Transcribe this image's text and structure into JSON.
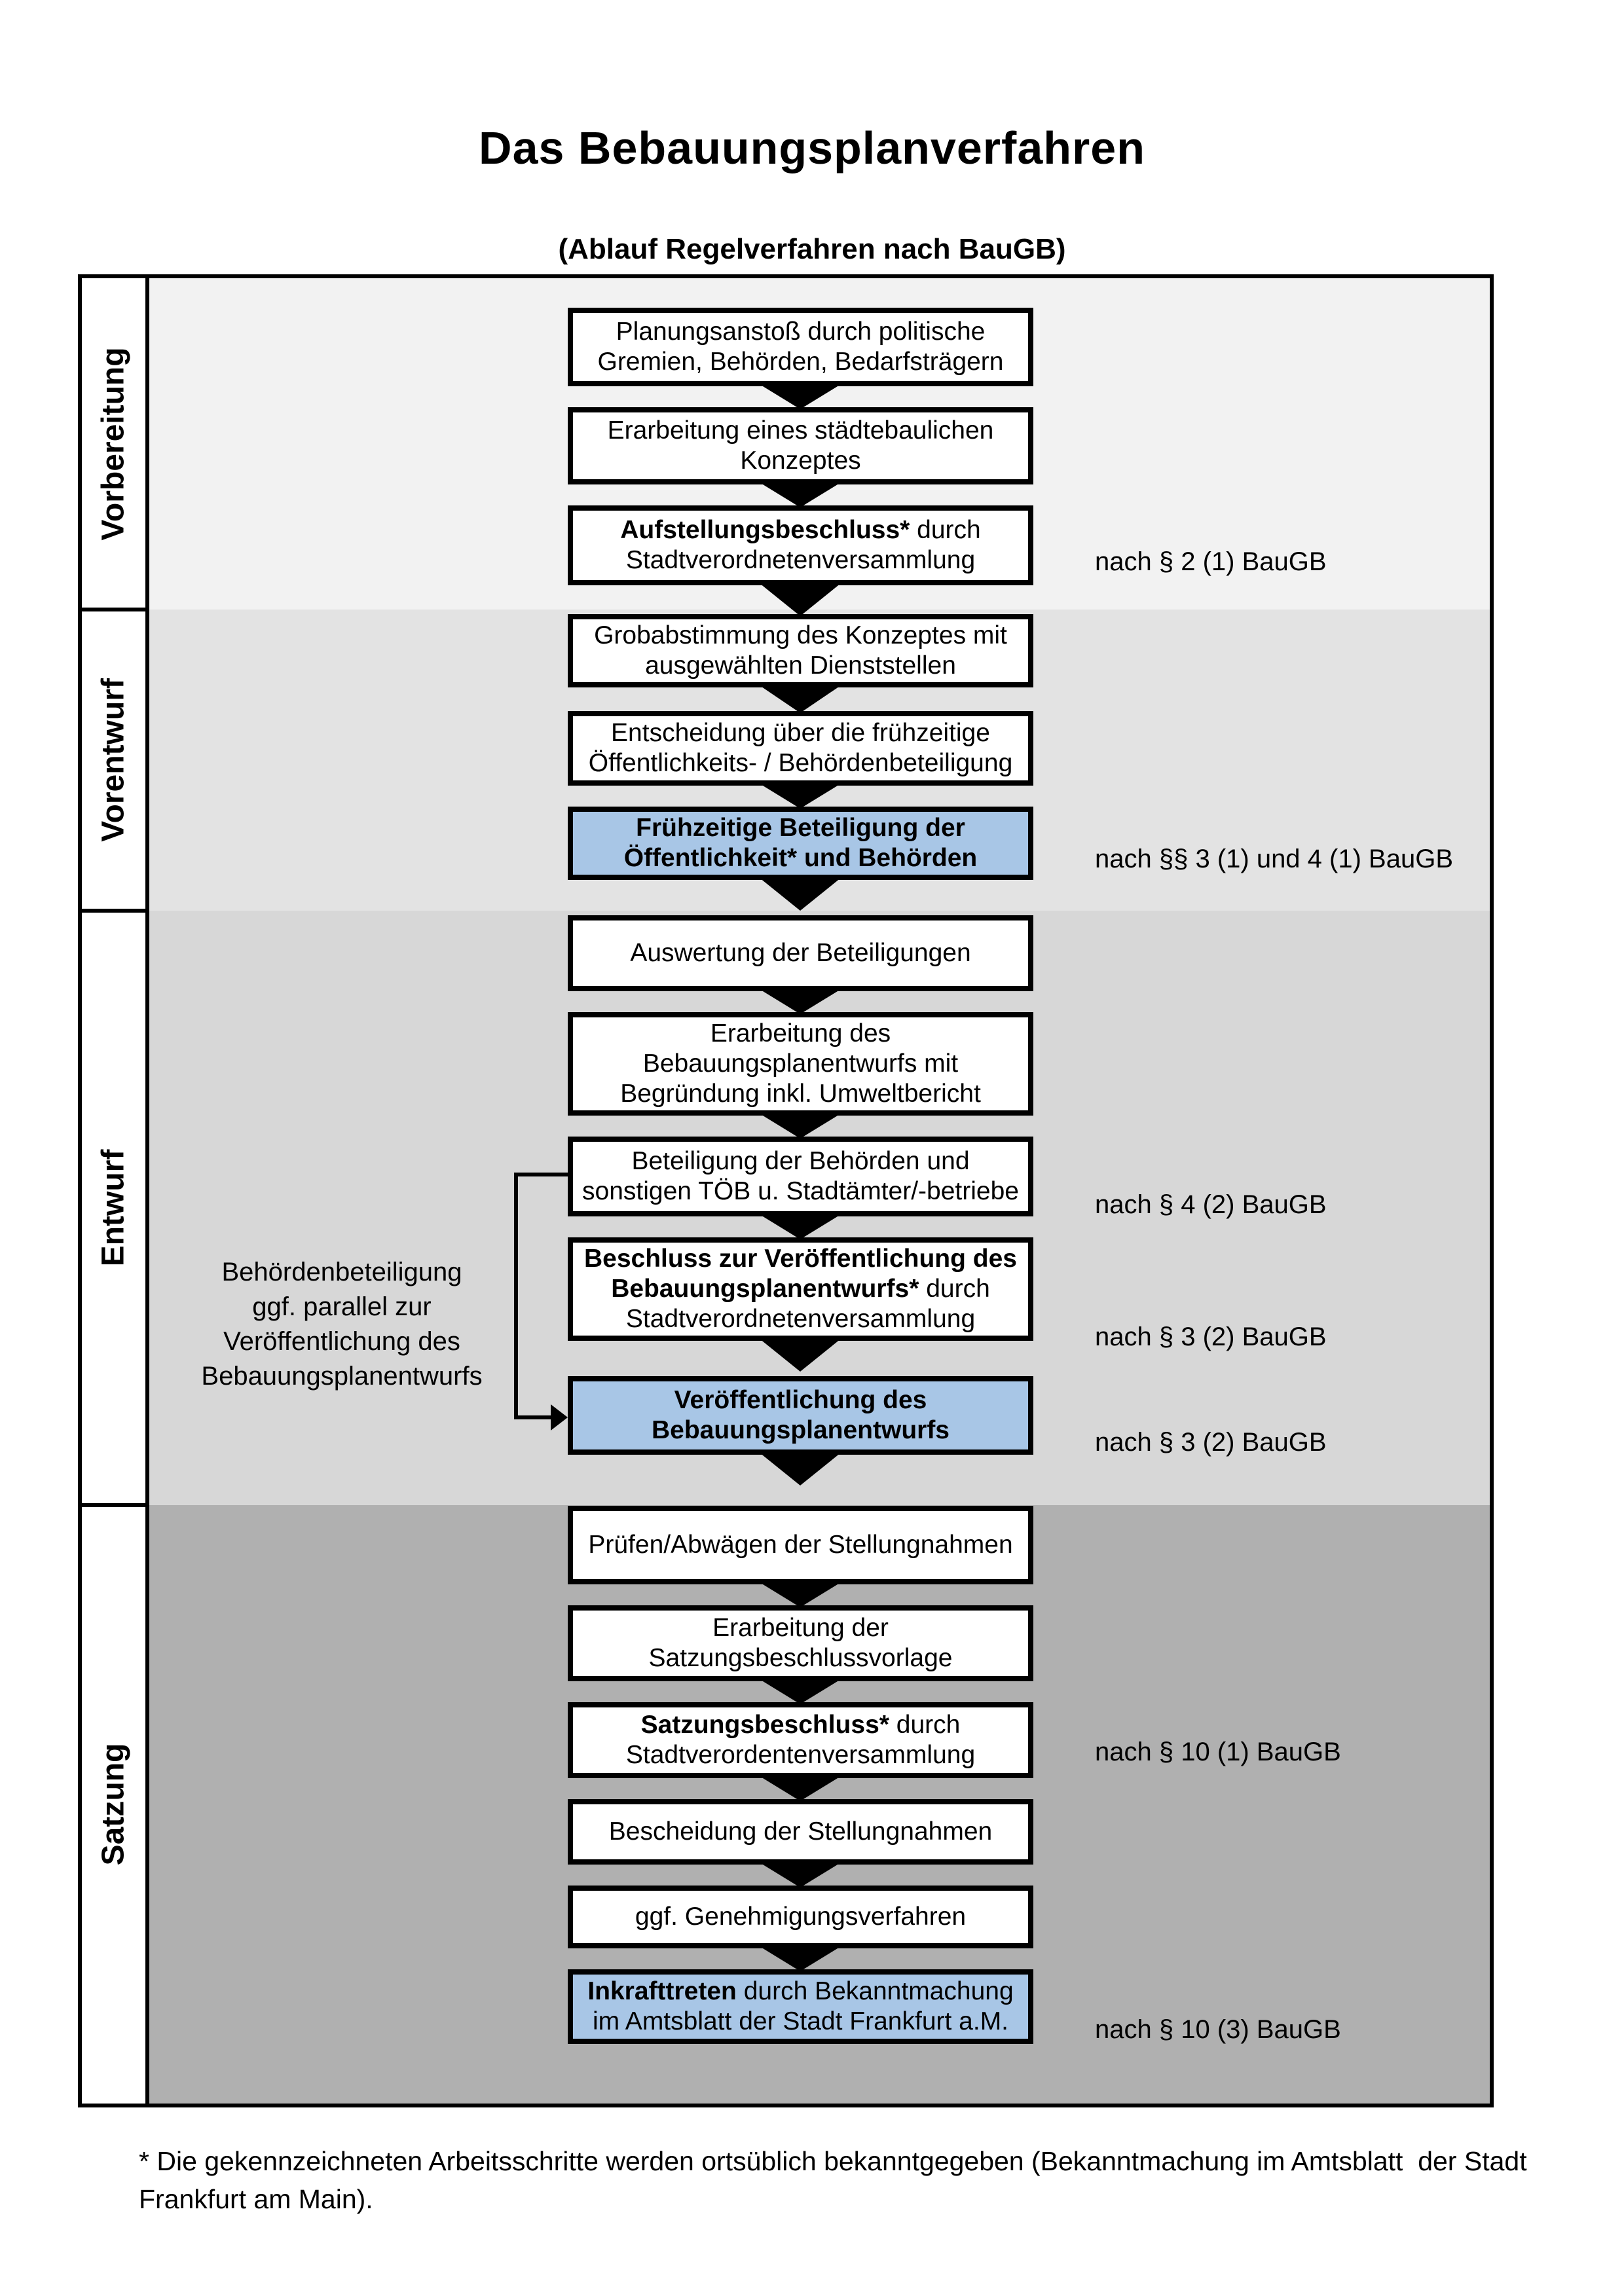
{
  "title": "Das Bebauungsplanverfahren",
  "subtitle": "(Ablauf Regelverfahren nach BauGB)",
  "phases": [
    {
      "label": "Vorbereitung"
    },
    {
      "label": "Vorentwurf"
    },
    {
      "label": "Entwurf"
    },
    {
      "label": "Satzung"
    }
  ],
  "boxes": [
    {
      "highlight": false,
      "lines": [
        {
          "segs": [
            {
              "t": "Planungsanstoß durch politische",
              "b": false
            }
          ]
        },
        {
          "segs": [
            {
              "t": "Gremien, Behörden, Bedarfsträgern",
              "b": false
            }
          ]
        }
      ]
    },
    {
      "highlight": false,
      "lines": [
        {
          "segs": [
            {
              "t": "Erarbeitung eines städtebaulichen",
              "b": false
            }
          ]
        },
        {
          "segs": [
            {
              "t": "Konzeptes",
              "b": false
            }
          ]
        }
      ]
    },
    {
      "highlight": false,
      "lines": [
        {
          "segs": [
            {
              "t": "Aufstellungsbeschluss*",
              "b": true
            },
            {
              "t": " durch",
              "b": false
            }
          ]
        },
        {
          "segs": [
            {
              "t": "Stadtverordnetenversammlung",
              "b": false
            }
          ]
        }
      ]
    },
    {
      "highlight": false,
      "lines": [
        {
          "segs": [
            {
              "t": "Grobabstimmung des Konzeptes mit",
              "b": false
            }
          ]
        },
        {
          "segs": [
            {
              "t": "ausgewählten Dienststellen",
              "b": false
            }
          ]
        }
      ]
    },
    {
      "highlight": false,
      "lines": [
        {
          "segs": [
            {
              "t": "Entscheidung über die frühzeitige",
              "b": false
            }
          ]
        },
        {
          "segs": [
            {
              "t": "Öffentlichkeits- / Behördenbeteiligung",
              "b": false
            }
          ]
        }
      ]
    },
    {
      "highlight": true,
      "lines": [
        {
          "segs": [
            {
              "t": "Frühzeitige Beteiligung der",
              "b": true
            }
          ]
        },
        {
          "segs": [
            {
              "t": "Öffentlichkeit* und Behörden",
              "b": true
            }
          ]
        }
      ]
    },
    {
      "highlight": false,
      "lines": [
        {
          "segs": [
            {
              "t": "Auswertung der Beteiligungen",
              "b": false
            }
          ]
        }
      ]
    },
    {
      "highlight": false,
      "lines": [
        {
          "segs": [
            {
              "t": "Erarbeitung des",
              "b": false
            }
          ]
        },
        {
          "segs": [
            {
              "t": "Bebauungsplanentwurfs mit",
              "b": false
            }
          ]
        },
        {
          "segs": [
            {
              "t": "Begründung inkl. Umweltbericht",
              "b": false
            }
          ]
        }
      ]
    },
    {
      "highlight": false,
      "lines": [
        {
          "segs": [
            {
              "t": "Beteiligung der Behörden und",
              "b": false
            }
          ]
        },
        {
          "segs": [
            {
              "t": "sonstigen TÖB u. Stadtämter/-betriebe",
              "b": false
            }
          ]
        }
      ]
    },
    {
      "highlight": false,
      "lines": [
        {
          "segs": [
            {
              "t": "Beschluss zur Veröffentlichung des",
              "b": true
            }
          ]
        },
        {
          "segs": [
            {
              "t": "Bebauungsplanentwurfs*",
              "b": true
            },
            {
              "t": " durch",
              "b": false
            }
          ]
        },
        {
          "segs": [
            {
              "t": "Stadtverordnetenversammlung",
              "b": false
            }
          ]
        }
      ]
    },
    {
      "highlight": true,
      "lines": [
        {
          "segs": [
            {
              "t": "Veröffentlichung des",
              "b": true
            }
          ]
        },
        {
          "segs": [
            {
              "t": "Bebauungsplanentwurfs",
              "b": true
            }
          ]
        }
      ]
    },
    {
      "highlight": false,
      "lines": [
        {
          "segs": [
            {
              "t": "Prüfen/Abwägen der Stellungnahmen",
              "b": false
            }
          ]
        }
      ]
    },
    {
      "highlight": false,
      "lines": [
        {
          "segs": [
            {
              "t": "Erarbeitung der",
              "b": false
            }
          ]
        },
        {
          "segs": [
            {
              "t": "Satzungsbeschlussvorlage",
              "b": false
            }
          ]
        }
      ]
    },
    {
      "highlight": false,
      "lines": [
        {
          "segs": [
            {
              "t": "Satzungsbeschluss*",
              "b": true
            },
            {
              "t": " durch",
              "b": false
            }
          ]
        },
        {
          "segs": [
            {
              "t": "Stadtverordentenversammlung",
              "b": false
            }
          ]
        }
      ]
    },
    {
      "highlight": false,
      "lines": [
        {
          "segs": [
            {
              "t": "Bescheidung der Stellungnahmen",
              "b": false
            }
          ]
        }
      ]
    },
    {
      "highlight": false,
      "lines": [
        {
          "segs": [
            {
              "t": "ggf. Genehmigungsverfahren",
              "b": false
            }
          ]
        }
      ]
    },
    {
      "highlight": true,
      "lines": [
        {
          "segs": [
            {
              "t": "Inkrafttreten",
              "b": true
            },
            {
              "t": " durch Bekanntmachung",
              "b": false
            }
          ]
        },
        {
          "segs": [
            {
              "t": "im Amtsblatt der Stadt Frankfurt a.M.",
              "b": false
            }
          ]
        }
      ]
    }
  ],
  "references": [
    "nach § 2 (1) BauGB",
    "nach §§ 3 (1) und 4 (1) BauGB",
    "nach § 4 (2) BauGB",
    "nach § 3 (2) BauGB",
    "nach § 3 (2) BauGB",
    "nach § 10 (1) BauGB",
    "nach § 10 (3) BauGB"
  ],
  "side_note_lines": [
    "Behördenbeteiligung",
    "ggf. parallel zur",
    "Veröffentlichung des",
    "Bebauungsplanentwurfs"
  ],
  "footnote_lines": [
    "* Die gekennzeichneten Arbeitsschritte werden ortsüblich bekanntgegeben (Bekanntmachung im Amtsblatt  der Stadt",
    "Frankfurt am Main)."
  ],
  "colors": {
    "highlight_box": "#a8c6e6",
    "section_bgs": [
      "#f2f2f2",
      "#e3e3e3",
      "#d7d7d7",
      "#b0b0b0"
    ]
  }
}
